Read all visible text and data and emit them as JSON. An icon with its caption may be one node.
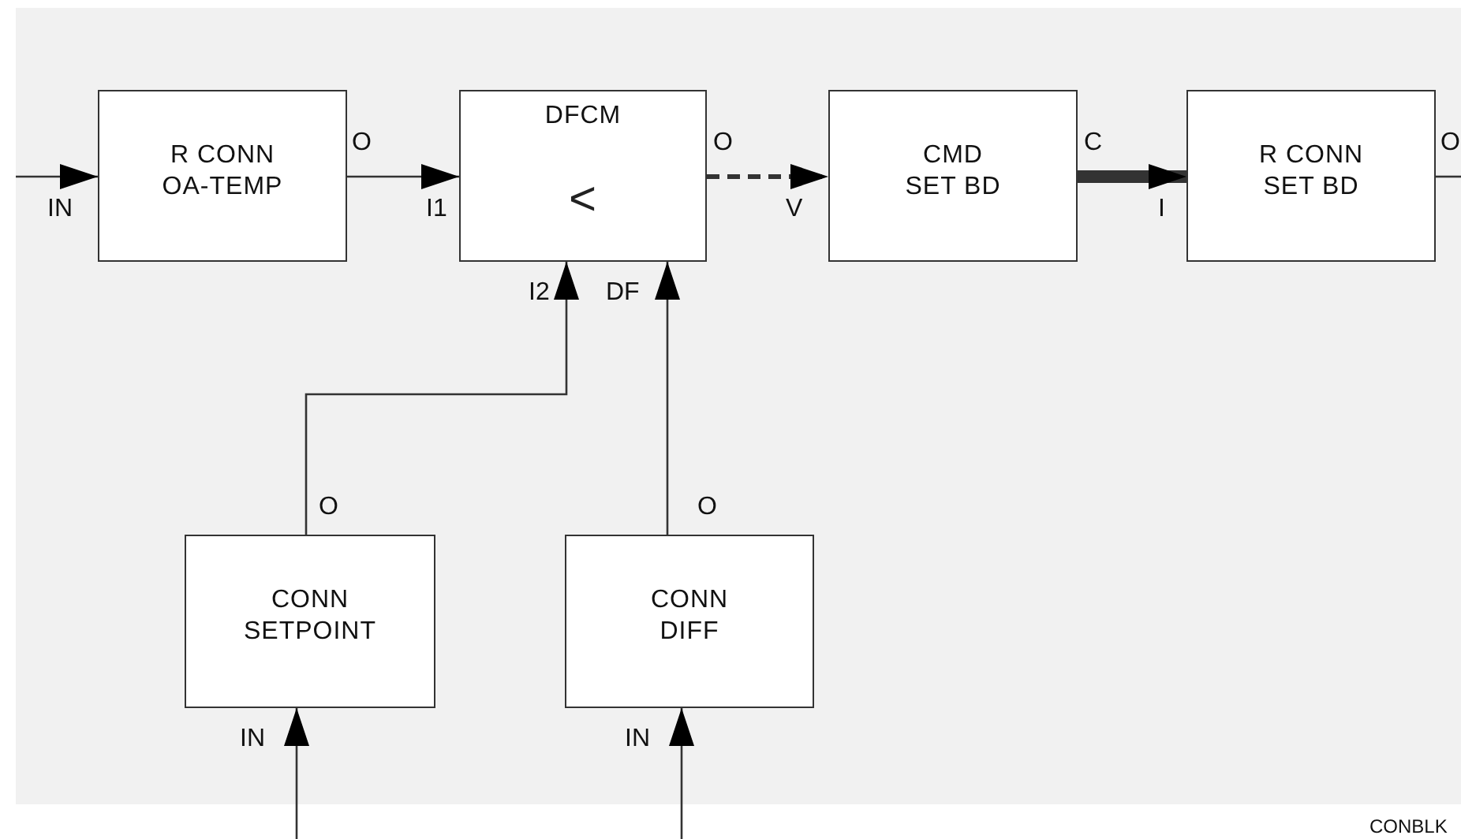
{
  "diagram": {
    "nodes": [
      {
        "text": [
          "R CONN OA-TEMP"
        ]
      },
      {
        "text": [
          "DFCM",
          "<"
        ]
      },
      {
        "text": [
          "CMD SET BD"
        ]
      },
      {
        "text": [
          "R CONN SET BD"
        ]
      },
      {
        "text": [
          "CONN SETPOINT"
        ]
      },
      {
        "text": [
          "CONN DIFF"
        ]
      }
    ],
    "edges": [
      {
        "from": null,
        "to": 0,
        "arrow": "to"
      },
      {
        "from": 0,
        "to": 1,
        "arrow": "to"
      },
      {
        "from": 1,
        "to": 2,
        "arrow": "to",
        "style": "dashed"
      },
      {
        "from": 2,
        "to": 3,
        "arrow": "to",
        "style": "thick"
      },
      {
        "from": 3,
        "to": null,
        "arrow": "none"
      },
      {
        "from": 4,
        "to": 1,
        "arrow": "to"
      },
      {
        "from": 5,
        "to": 1,
        "arrow": "to"
      },
      {
        "from": null,
        "to": 4,
        "arrow": "to"
      },
      {
        "from": null,
        "to": 5,
        "arrow": "to"
      }
    ],
    "labels": [
      "IN",
      "O",
      "I1",
      "O",
      "V",
      "C",
      "I",
      "O",
      "I2",
      "DF",
      "O",
      "O",
      "IN",
      "IN",
      "CONBLK"
    ]
  }
}
